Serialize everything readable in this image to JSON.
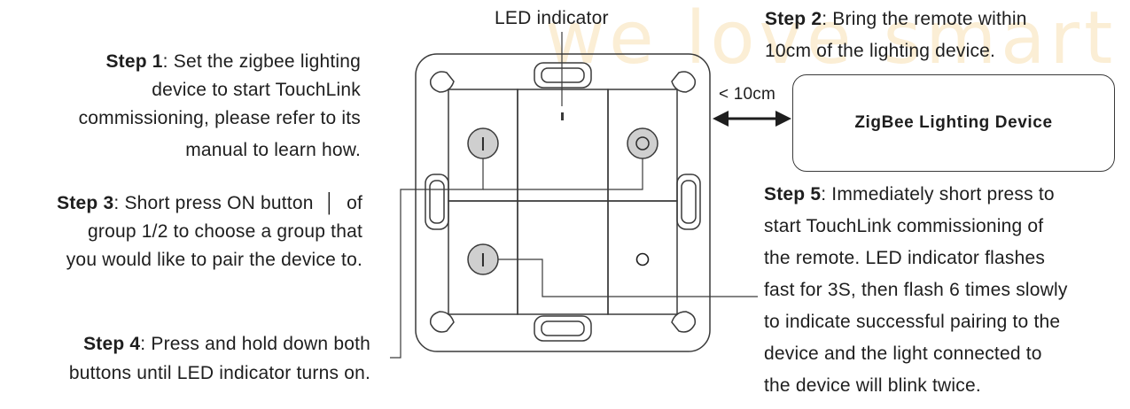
{
  "watermark": "we love smart",
  "led_indicator_label": "LED indicator",
  "distance_label": "< 10cm",
  "device_box_label": "ZigBee Lighting Device",
  "step1": {
    "label": "Step 1",
    "line1": ": Set the zigbee lighting",
    "line2": "device to start TouchLink",
    "line3": "commissioning, please refer to its",
    "line4": "manual to learn how."
  },
  "step2": {
    "label": "Step 2",
    "line1": ": Bring the remote within",
    "line2": "10cm of the lighting device."
  },
  "step3": {
    "label": "Step 3",
    "line1a": ": Short press ON button",
    "on_symbol": "│",
    "line1b": "of",
    "line2": "group 1/2 to choose a group that",
    "line3": "you would like to pair the device to."
  },
  "step4": {
    "label": "Step 4",
    "line1": ": Press and hold down both",
    "line2": "buttons until LED indicator turns on."
  },
  "step5": {
    "label": "Step 5",
    "line1": ": Immediately short press to",
    "line2": "start TouchLink commissioning of",
    "line3": "the remote. LED indicator flashes",
    "line4": "fast for 3S, then flash 6 times slowly",
    "line5": "to indicate successful pairing to the",
    "line6": "device and the light connected to",
    "line7": "the device will blink twice."
  },
  "button_symbols": {
    "on": "I",
    "off": "O"
  },
  "colors": {
    "line": "#3a3a3a",
    "button_highlight": "#cfcfcf",
    "watermark": "#fbeed5"
  }
}
